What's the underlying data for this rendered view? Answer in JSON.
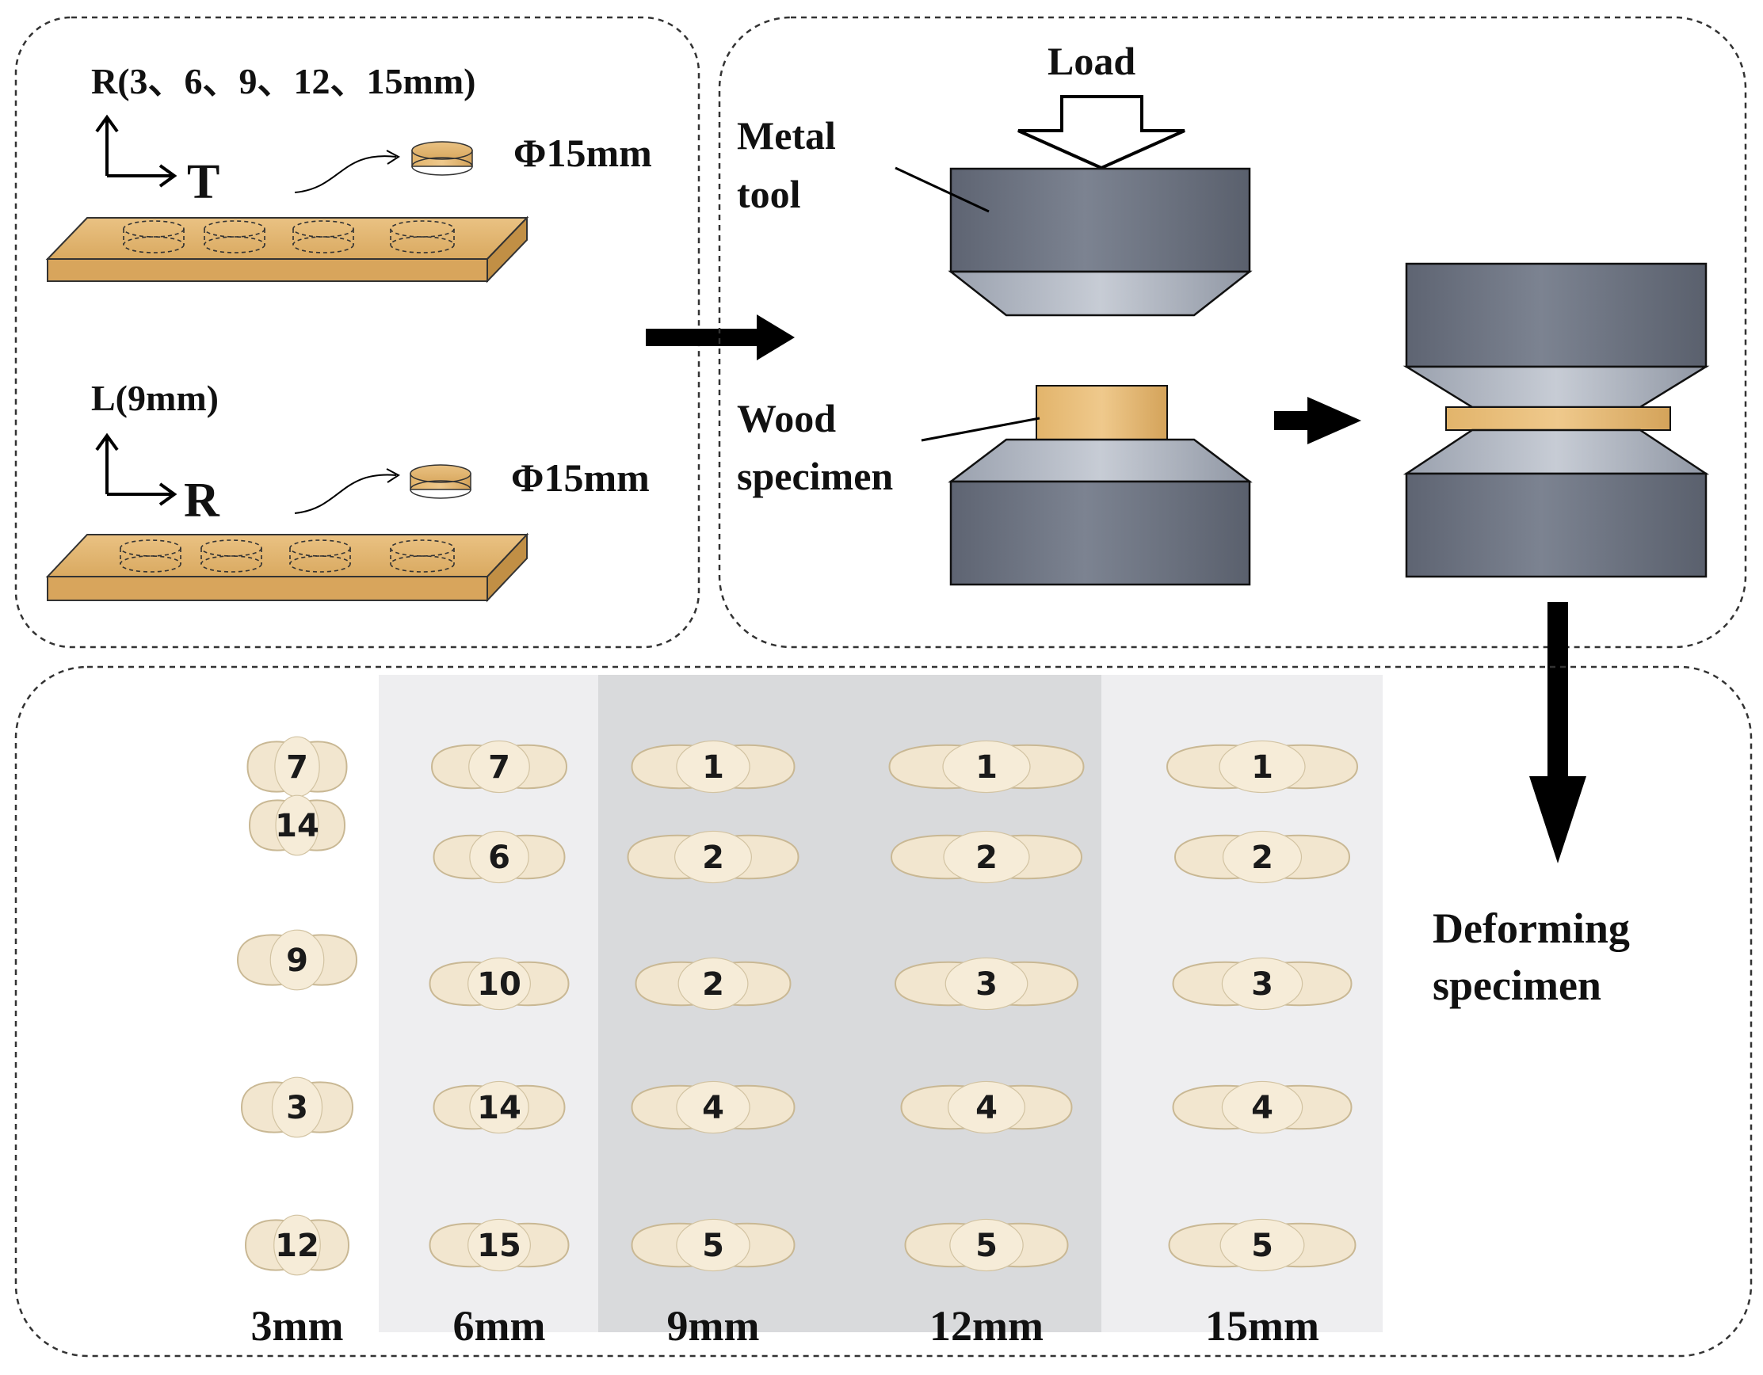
{
  "colors": {
    "wood": "#E4B972",
    "wood_dark": "#C9974F",
    "metal": "#6C7280",
    "metal_light": "#A9B0BC",
    "arrow": "#000000",
    "specimen": "#F2E6CF",
    "strip_a": "#EEEEF0",
    "strip_b": "#D9DADC"
  },
  "panel_a": {
    "r_axis_title": "R(3、6、9、12、15mm)",
    "t_axis": "T",
    "l_axis_title": "L(9mm)",
    "r_axis": "R",
    "diameter_top": "Φ15mm",
    "diameter_bottom": "Φ15mm"
  },
  "panel_b": {
    "load_label": "Load",
    "metal_tool_line1": "Metal",
    "metal_tool_line2": "tool",
    "wood_specimen_line1": "Wood",
    "wood_specimen_line2": "specimen"
  },
  "deforming": {
    "line1": "Deforming",
    "line2": "specimen"
  },
  "panel_c": {
    "columns": [
      {
        "label": "3mm",
        "marks": [
          "7",
          "14",
          "9",
          "3",
          "12"
        ]
      },
      {
        "label": "6mm",
        "marks": [
          "7",
          "6",
          "10",
          "14",
          "15"
        ]
      },
      {
        "label": "9mm",
        "marks": [
          "1",
          "2",
          "2",
          "4",
          "5"
        ]
      },
      {
        "label": "12mm",
        "marks": [
          "1",
          "2",
          "3",
          "4",
          "5"
        ]
      },
      {
        "label": "15mm",
        "marks": [
          "1",
          "2",
          "3",
          "4",
          "5"
        ]
      }
    ]
  }
}
